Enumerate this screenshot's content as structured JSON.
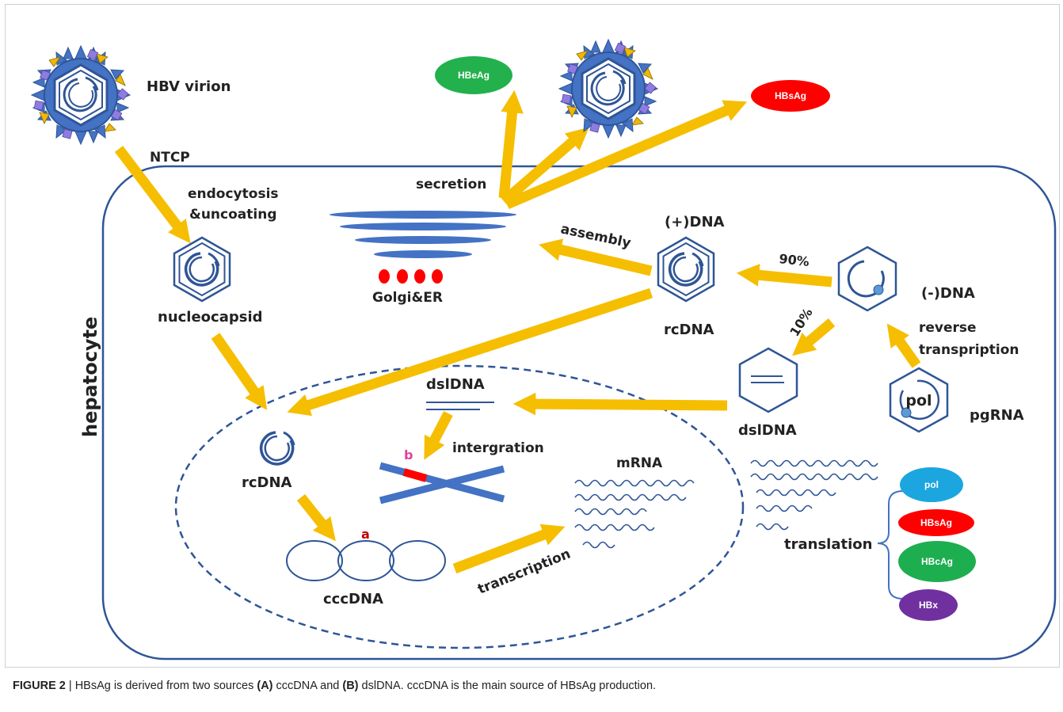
{
  "labels": {
    "virion": "HBV virion",
    "ntcp": "NTCP",
    "endocytosis_line1": "endocytosis",
    "endocytosis_line2": "&uncoating",
    "nucleocapsid": "nucleocapsid",
    "hepatocyte": "hepatocyte",
    "secretion": "secretion",
    "golgi": "Golgi&ER",
    "assembly": "assembly",
    "plus_dna": "(+)DNA",
    "rcdna_right": "rcDNA",
    "pct90": "90%",
    "pct10": "10%",
    "minus_dna": "(-)DNA",
    "reverse_line1": "reverse",
    "reverse_line2": "transpription",
    "pol_inside": "pol",
    "pgrna": "pgRNA",
    "dsldna_right": "dslDNA",
    "dsldna_nucleus": "dslDNA",
    "intergration": "intergration",
    "marker_b": "b",
    "marker_a": "a",
    "rcdna_nucleus": "rcDNA",
    "cccdna": "cccDNA",
    "transcription": "transcription",
    "mrna": "mRNA",
    "translation": "translation"
  },
  "products": {
    "hbeag": "HBeAg",
    "hbsag_secreted": "HBsAg",
    "pol": "pol",
    "hbsag": "HBsAg",
    "hbcag": "HBcAg",
    "hbx": "HBx"
  },
  "caption": {
    "label": "FIGURE 2",
    "separator": " | ",
    "text_1": "HBsAg is derived from two sources ",
    "src_a": "(A)",
    "text_2": " cccDNA and ",
    "src_b": "(B)",
    "text_3": " dslDNA. cccDNA is the main source of HBsAg production."
  },
  "colors": {
    "arrow": "#F6BE00",
    "capsid": "#2F5597",
    "capsid_fill": "#4472C4",
    "cell_border": "#2F5597",
    "hbeag": "#22B14C",
    "hbsag": "#FF0000",
    "pol": "#1CA6E0",
    "hbcag": "#1DAE50",
    "hbx": "#7030A0",
    "marker_b": "#E0409A",
    "marker_a": "#C00000",
    "golgi_dots": "#FF0000"
  },
  "icons": [
    "hbv-virion-icon",
    "nucleocapsid-icon",
    "golgi-stack-icon",
    "cccdna-icon",
    "chromosome-icon",
    "mrna-wave-icon"
  ]
}
